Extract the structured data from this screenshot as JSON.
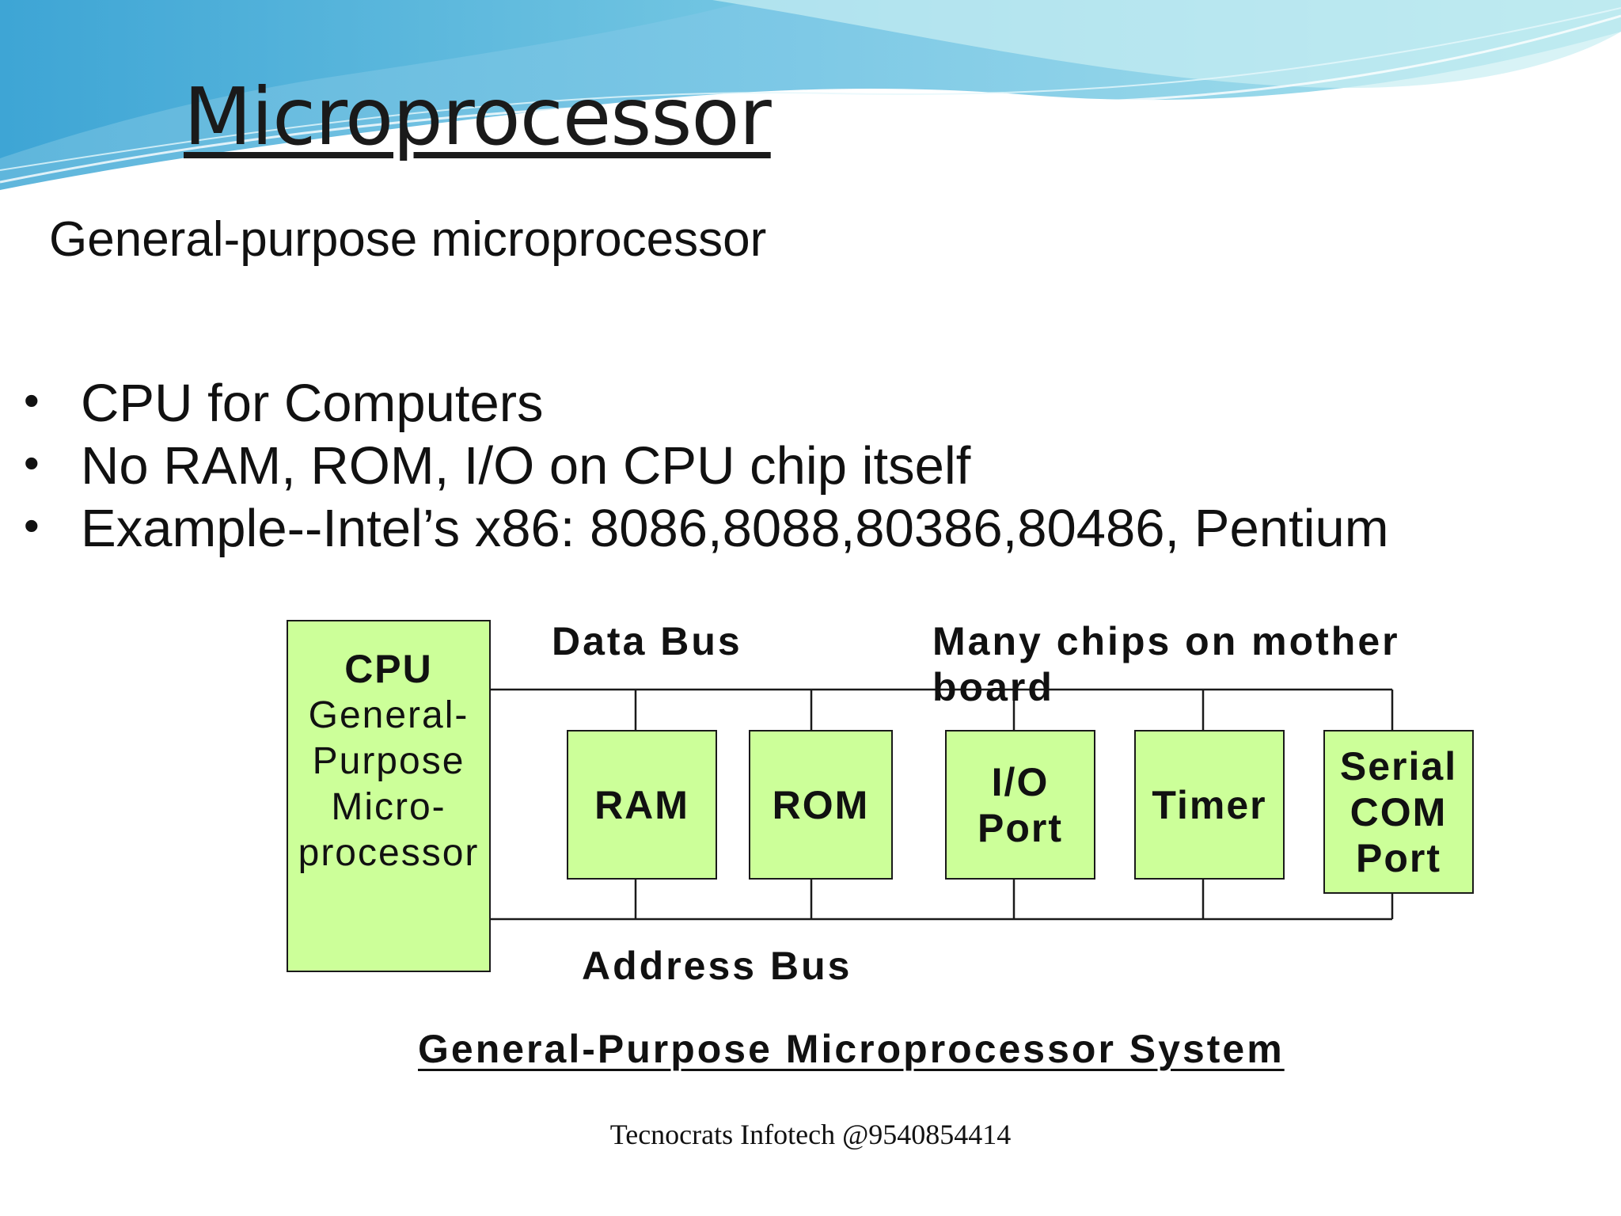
{
  "slide": {
    "title": "Microprocessor",
    "subtitle": "General-purpose microprocessor",
    "bullets": [
      "CPU for Computers",
      "No RAM, ROM, I/O on CPU chip itself",
      "Example--Intel’s x86: 8086,8088,80386,80486, Pentium"
    ],
    "footer": "Tecnocrats Infotech @9540854414"
  },
  "diagram": {
    "cpu_title": "CPU",
    "cpu_description": "General-\nPurpose\nMicro-\nprocessor",
    "data_bus_label": "Data Bus",
    "address_bus_label": "Address Bus",
    "note": "Many chips on mother board",
    "chips": [
      "RAM",
      "ROM",
      "I/O Port",
      "Timer",
      "Serial COM Port"
    ],
    "caption": "General-Purpose Microprocessor System",
    "box_color": "#ccff99"
  }
}
